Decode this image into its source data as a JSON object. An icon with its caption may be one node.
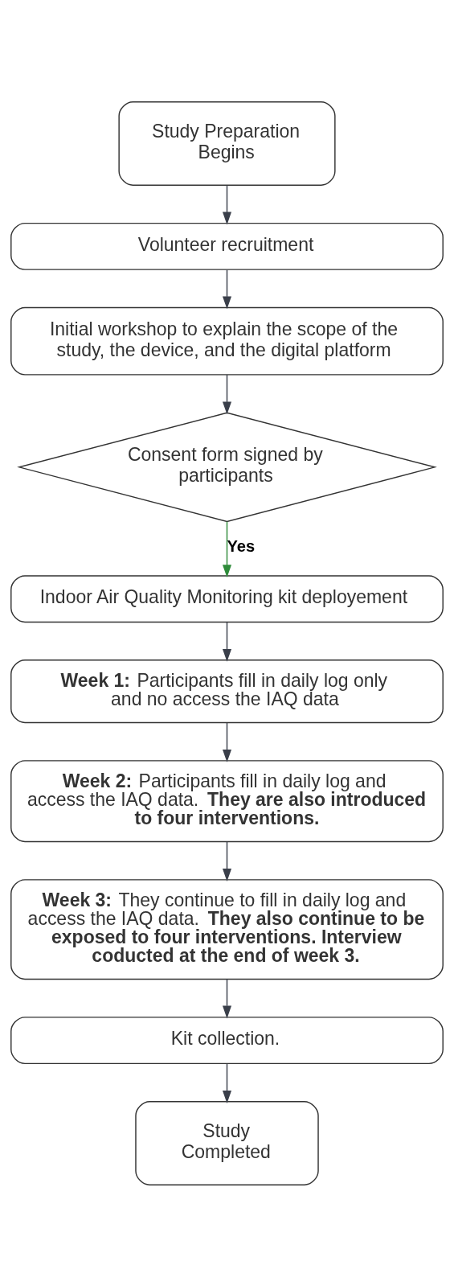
{
  "diagram": {
    "nodes": [
      {
        "text": [
          "Study Preparation Begins"
        ]
      },
      {
        "text": [
          "Volunteer recruitment"
        ]
      },
      {
        "text": [
          "Initial workshop to explain the scope of the study, the device, and the digital platform"
        ]
      },
      {
        "text": [
          "Consent form signed by participants"
        ]
      },
      {
        "text": [
          "Indoor Air Quality Monitoring kit deployement"
        ]
      },
      {
        "text": [
          "**Week 1:** Participants fill in daily log only and no access the IAQ data"
        ]
      },
      {
        "text": [
          "**Week 2:** Participants fill in daily log and access the IAQ data. **They are also introduced to four interventions.**"
        ]
      },
      {
        "text": [
          "**Week 3:** They continue to fill in daily log and access the IAQ data. **They also continue to be exposed to four interventions. Interview coducted at the end of week 3.**"
        ]
      },
      {
        "text": [
          "Kit collection."
        ]
      },
      {
        "text": [
          "Study Completed"
        ]
      }
    ],
    "edges": [
      {
        "from": 0,
        "to": 1,
        "arrow": "to"
      },
      {
        "from": 1,
        "to": 2,
        "arrow": "to"
      },
      {
        "from": 2,
        "to": 3,
        "arrow": "to"
      },
      {
        "from": 3,
        "to": 4,
        "arrow": "to",
        "label": "Yes",
        "color": "#2e8b3a"
      },
      {
        "from": 4,
        "to": 5,
        "arrow": "to"
      },
      {
        "from": 5,
        "to": 6,
        "arrow": "to"
      },
      {
        "from": 6,
        "to": 7,
        "arrow": "to"
      },
      {
        "from": 7,
        "to": 8,
        "arrow": "to"
      },
      {
        "from": 8,
        "to": 9,
        "arrow": "to"
      }
    ]
  }
}
